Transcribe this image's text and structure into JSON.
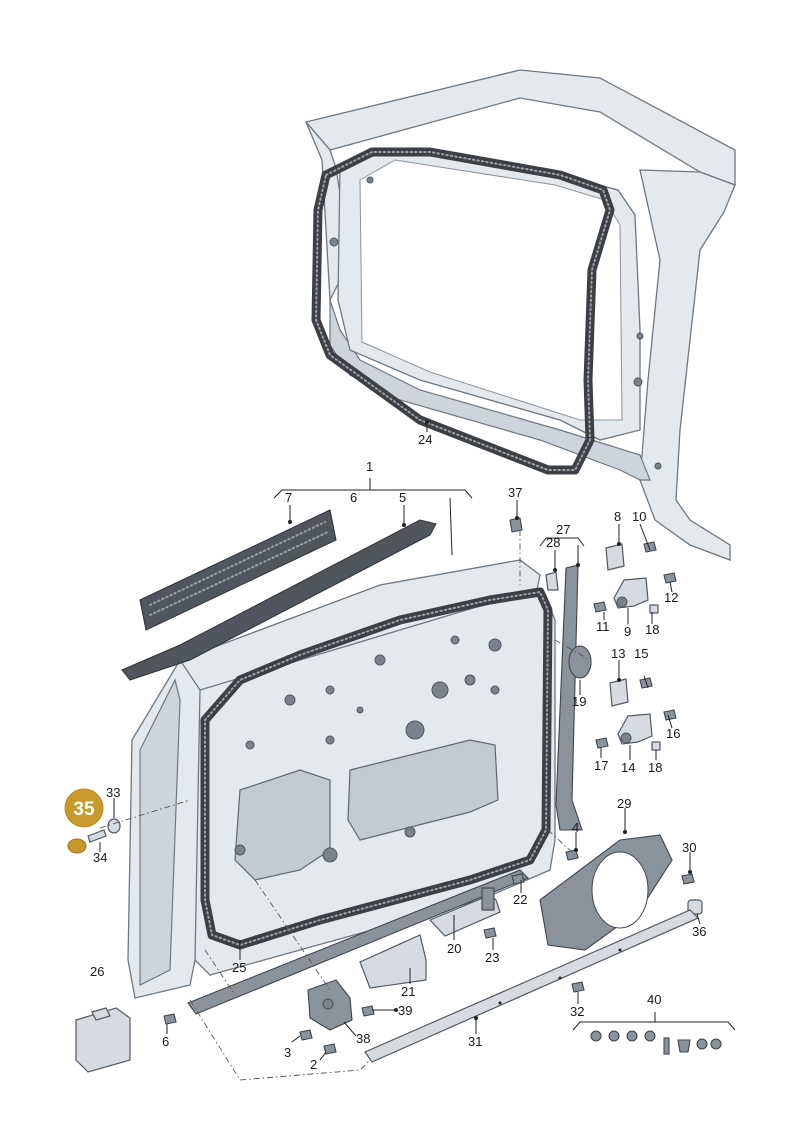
{
  "labels": {
    "p1": "1",
    "p2": "2",
    "p3": "3",
    "p4": "4",
    "p5": "5",
    "p6a": "6",
    "p6b": "6",
    "p7": "7",
    "p8": "8",
    "p9": "9",
    "p10": "10",
    "p11": "11",
    "p12": "12",
    "p13": "13",
    "p14": "14",
    "p15": "15",
    "p16": "16",
    "p17": "17",
    "p18a": "18",
    "p18b": "18",
    "p19": "19",
    "p20": "20",
    "p21": "21",
    "p22": "22",
    "p23": "23",
    "p24": "24",
    "p25": "25",
    "p26": "26",
    "p27": "27",
    "p28": "28",
    "p29": "29",
    "p30": "30",
    "p31": "31",
    "p32": "32",
    "p33": "33",
    "p34": "34",
    "p36": "36",
    "p37": "37",
    "p38": "38",
    "p39": "39",
    "p40": "40"
  },
  "highlight": {
    "label": "35",
    "color": "#c69a2c"
  }
}
